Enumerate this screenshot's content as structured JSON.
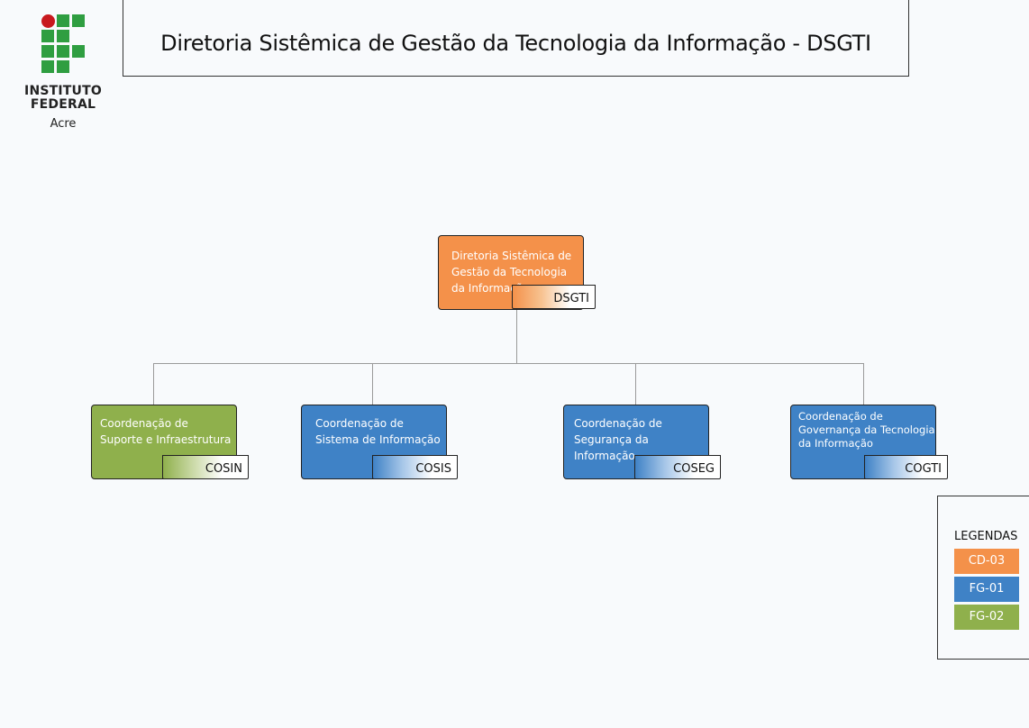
{
  "logo": {
    "line1": "INSTITUTO",
    "line2": "FEDERAL",
    "line3": "Acre",
    "colors": {
      "green": "#2f9e41",
      "red": "#c8191e"
    }
  },
  "title": "Diretoria Sistêmica de Gestão da Tecnologia da Informação - DSGTI",
  "root": {
    "name": "Diretoria Sistêmica de Gestão da Tecnologia da Informação",
    "name_lines": [
      "Diretoria Sistêmica de",
      "Gestão da Tecnologia",
      "da Informação"
    ],
    "code": "DSGTI",
    "color": "#f4914a"
  },
  "children": [
    {
      "name_lines": [
        "Coordenação de",
        "Suporte e Infraestrutura"
      ],
      "code": "COSIN",
      "color": "#8fb04c"
    },
    {
      "name_lines": [
        "Coordenação de",
        "Sistema de Informação"
      ],
      "code": "COSIS",
      "color": "#3f82c6"
    },
    {
      "name_lines": [
        "Coordenação de",
        "Segurança da Informação"
      ],
      "code": "COSEG",
      "color": "#3f82c6"
    },
    {
      "name_lines": [
        "Coordenação de",
        "Governança da Tecnologia",
        "da Informação"
      ],
      "code": "COGTI",
      "color": "#3f82c6"
    }
  ],
  "legend": {
    "title": "LEGENDAS",
    "items": [
      {
        "label": "CD-03",
        "color": "#f4914a"
      },
      {
        "label": "FG-01",
        "color": "#3f82c6"
      },
      {
        "label": "FG-02",
        "color": "#8fb04c"
      }
    ]
  }
}
